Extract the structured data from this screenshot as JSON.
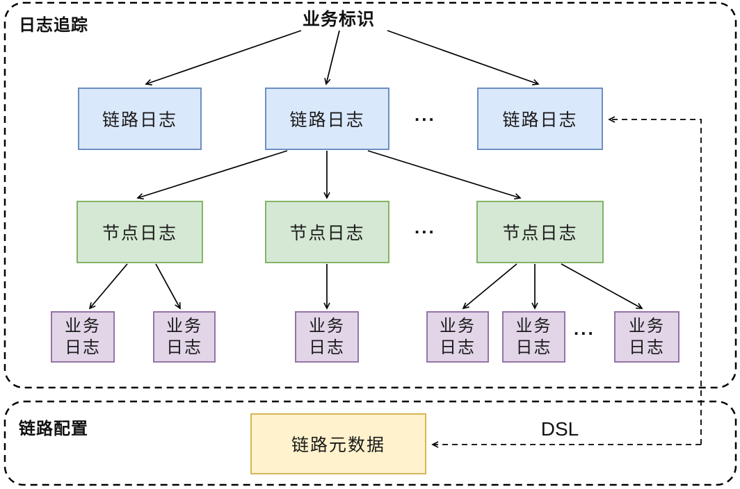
{
  "diagram": {
    "root": {
      "label": "业务标识"
    },
    "containers": {
      "tracing": {
        "label": "日志追踪"
      },
      "config": {
        "label": "链路配置"
      }
    },
    "nodes": {
      "link_logs": [
        {
          "label": "链路日志"
        },
        {
          "label": "链路日志"
        },
        {
          "label": "链路日志"
        }
      ],
      "node_logs": [
        {
          "label": "节点日志"
        },
        {
          "label": "节点日志"
        },
        {
          "label": "节点日志"
        }
      ],
      "biz_logs": [
        {
          "label": "业务\n日志"
        },
        {
          "label": "业务\n日志"
        },
        {
          "label": "业务\n日志"
        },
        {
          "label": "业务\n日志"
        },
        {
          "label": "业务\n日志"
        },
        {
          "label": "业务\n日志"
        }
      ],
      "metadata": {
        "label": "链路元数据"
      }
    },
    "edge_labels": {
      "dsl": "DSL"
    },
    "ellipsis": {
      "link_row": "...",
      "node_row": "...",
      "biz_row": "..."
    },
    "colors": {
      "link_log_fill": "#dae8fc",
      "link_log_border": "#6c8ebf",
      "node_log_fill": "#d5e8d4",
      "node_log_border": "#82b366",
      "biz_log_fill": "#e1d5e7",
      "biz_log_border": "#9673a6",
      "metadata_fill": "#fff2cc",
      "metadata_border": "#d6b656",
      "line": "#000000"
    }
  }
}
